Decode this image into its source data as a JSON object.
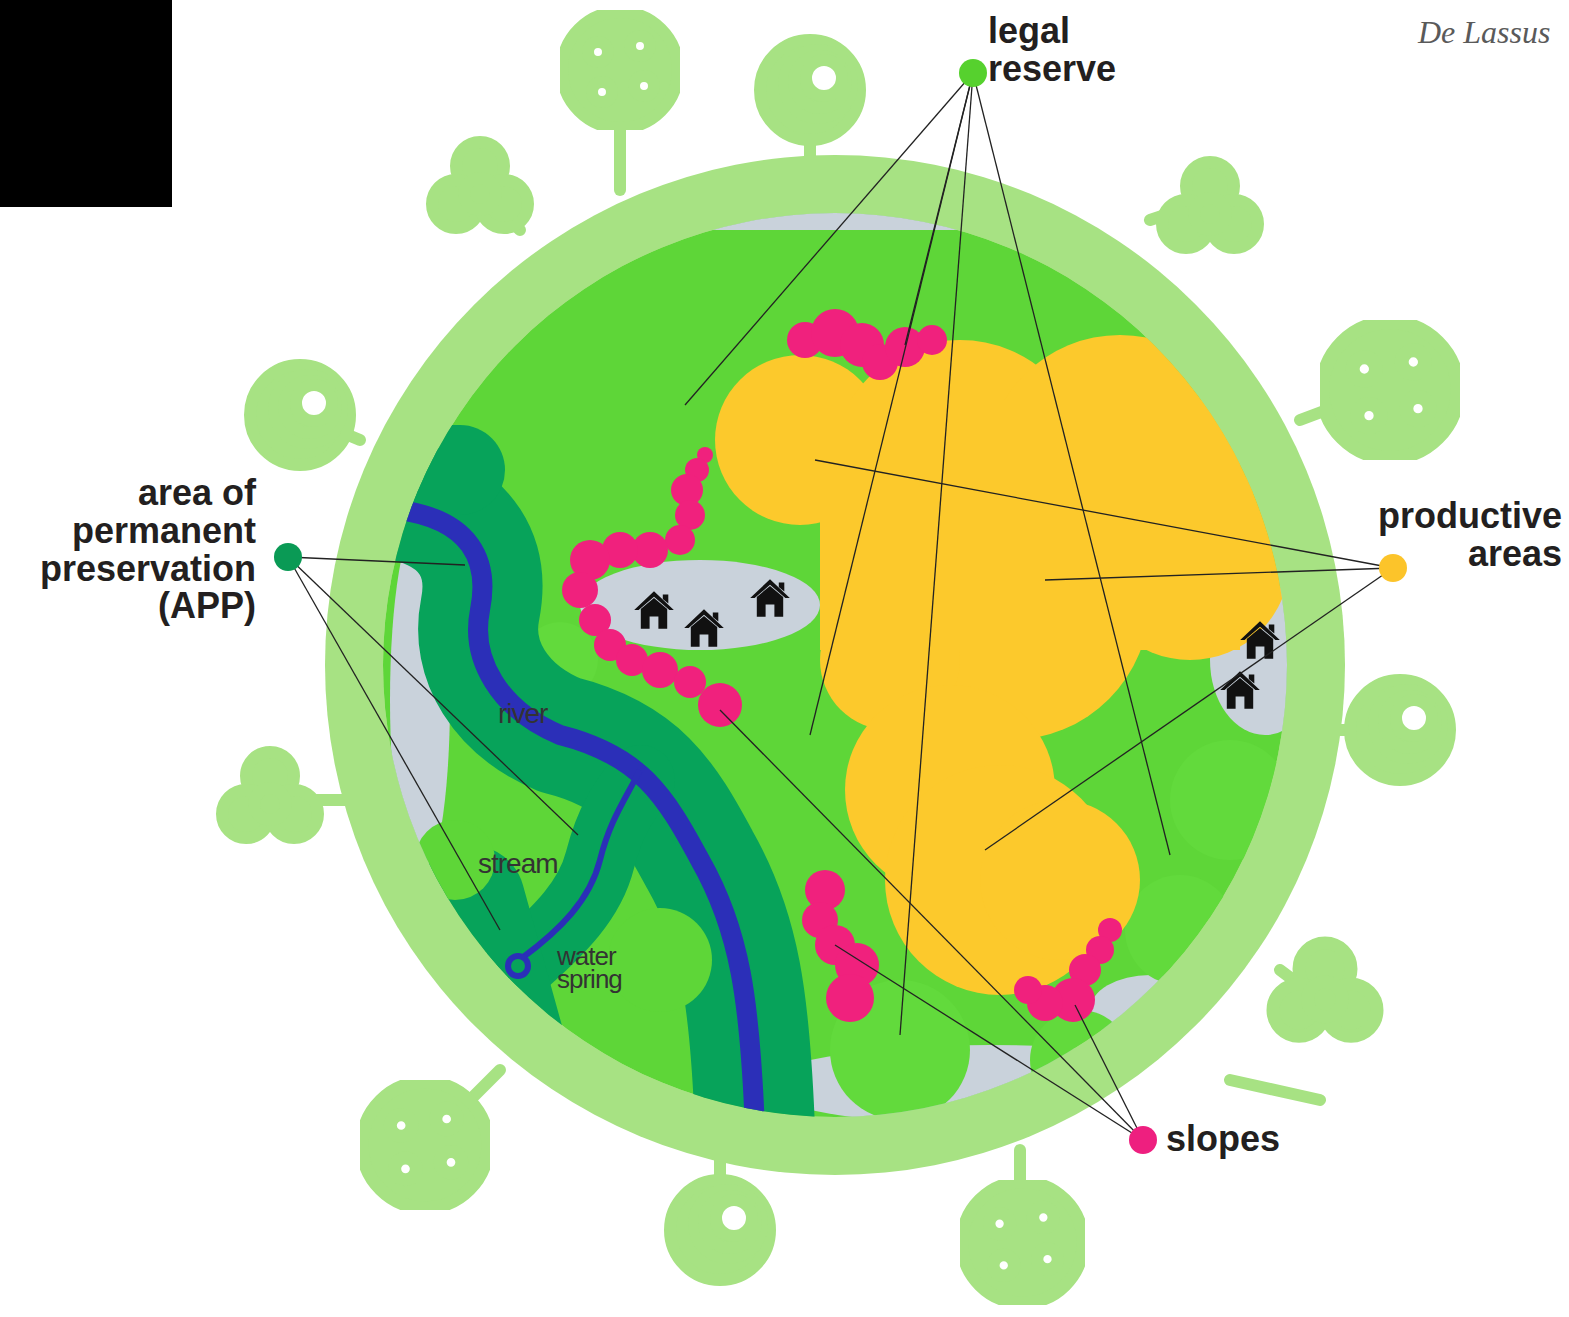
{
  "diagram": {
    "labels": [
      "legal reserve",
      "area of permanent preservation (APP)",
      "productive areas",
      "slopes",
      "river",
      "stream",
      "water spring",
      "De Lassus"
    ]
  }
}
